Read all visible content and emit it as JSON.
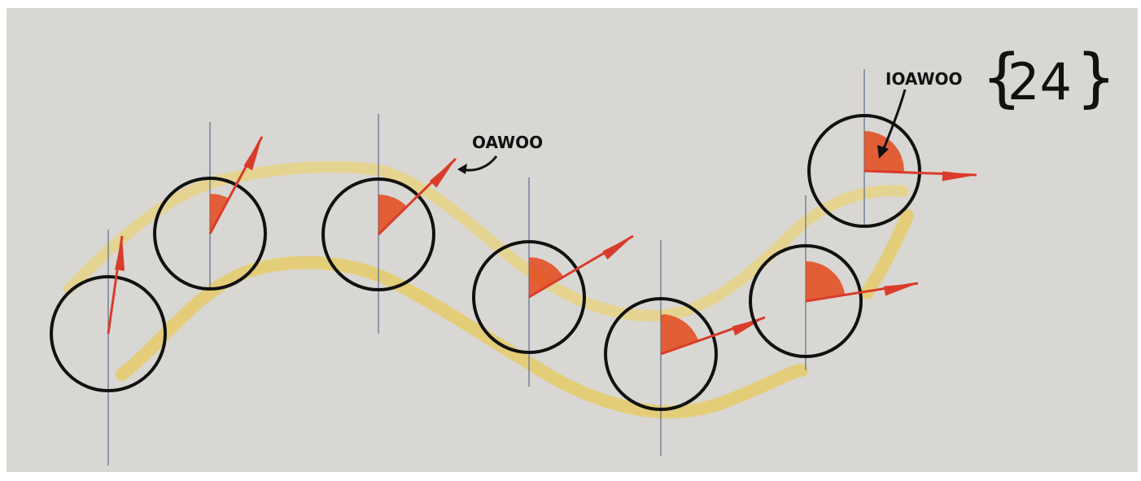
{
  "labels": {
    "zero_phase": "OAWOO",
    "ten_phase": "IOAWOO",
    "figure_number": "24"
  },
  "colors": {
    "paper": "#d9d7d3",
    "circle": "#111111",
    "axis": "#5a6f8c",
    "wave": "#e2c75a",
    "sector": "#e4481e",
    "arrow": "#d93c2a"
  },
  "phasors": [
    {
      "id": "phasor-1"
    },
    {
      "id": "phasor-2"
    },
    {
      "id": "phasor-3"
    },
    {
      "id": "phasor-4"
    },
    {
      "id": "phasor-5"
    },
    {
      "id": "phasor-6"
    },
    {
      "id": "phasor-7"
    }
  ]
}
